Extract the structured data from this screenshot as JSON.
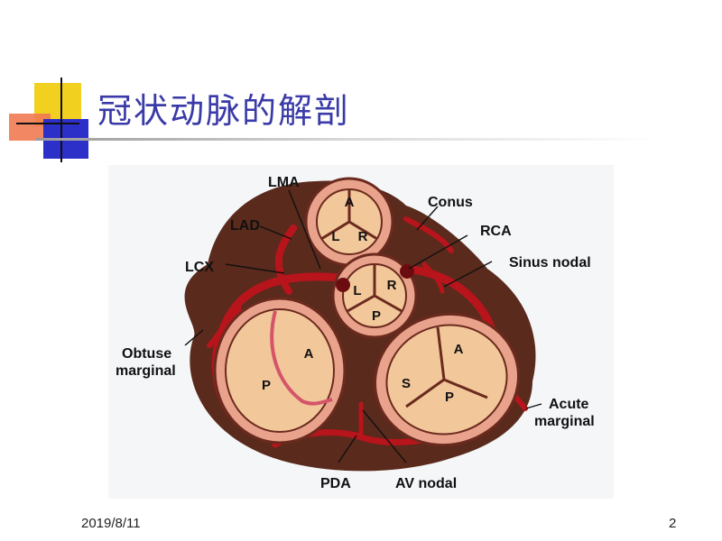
{
  "slide": {
    "title": "冠状动脉的解剖",
    "footer_date": "2019/8/11",
    "page_number": "2"
  },
  "colors": {
    "title": "#3a3aa8",
    "tissue": "#5a2a1c",
    "artery": "#b8141c",
    "ring": "#e9a38c",
    "valve_fill": "#f2c79a",
    "deco_yellow": "#f2d020",
    "deco_red": "#f07a52",
    "deco_blue": "#2c2fc8"
  },
  "figure": {
    "labels": {
      "lma": "LMA",
      "conus": "Conus",
      "lad": "LAD",
      "rca": "RCA",
      "lcx": "LCX",
      "sinus_nodal": "Sinus nodal",
      "obtuse_1": "Obtuse",
      "obtuse_2": "marginal",
      "acute_1": "Acute",
      "acute_2": "marginal",
      "pda": "PDA",
      "av_nodal": "AV nodal"
    },
    "pulmonary_valve": {
      "a": "A",
      "l": "L",
      "r": "R"
    },
    "aortic_valve": {
      "l": "L",
      "r": "R",
      "p": "P"
    },
    "mitral_valve": {
      "a": "A",
      "p": "P"
    },
    "tricuspid_valve": {
      "a": "A",
      "s": "S",
      "p": "P"
    }
  }
}
